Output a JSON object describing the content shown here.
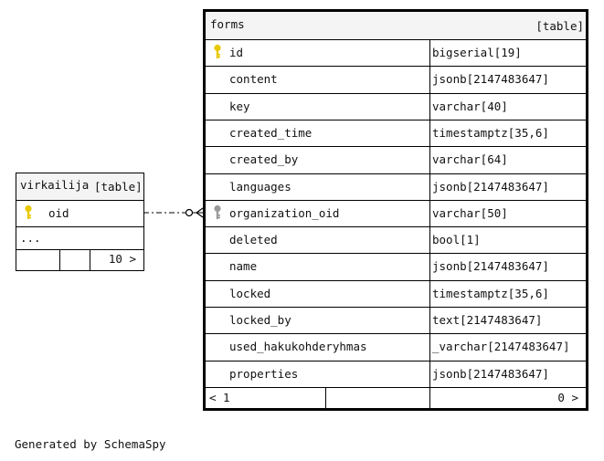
{
  "forms_table": {
    "name": "forms",
    "type_label": "[table]",
    "columns": [
      {
        "name": "id",
        "type": "bigserial[19]",
        "key": "primary"
      },
      {
        "name": "content",
        "type": "jsonb[2147483647]",
        "key": "none"
      },
      {
        "name": "key",
        "type": "varchar[40]",
        "key": "none"
      },
      {
        "name": "created_time",
        "type": "timestamptz[35,6]",
        "key": "none"
      },
      {
        "name": "created_by",
        "type": "varchar[64]",
        "key": "none"
      },
      {
        "name": "languages",
        "type": "jsonb[2147483647]",
        "key": "none"
      },
      {
        "name": "organization_oid",
        "type": "varchar[50]",
        "key": "foreign"
      },
      {
        "name": "deleted",
        "type": "bool[1]",
        "key": "none"
      },
      {
        "name": "name",
        "type": "jsonb[2147483647]",
        "key": "none"
      },
      {
        "name": "locked",
        "type": "timestamptz[35,6]",
        "key": "none"
      },
      {
        "name": "locked_by",
        "type": "text[2147483647]",
        "key": "none"
      },
      {
        "name": "used_hakukohderyhmas",
        "type": "_varchar[2147483647]",
        "key": "none"
      },
      {
        "name": "properties",
        "type": "jsonb[2147483647]",
        "key": "none"
      }
    ],
    "footer_left": "< 1",
    "footer_right": "0 >"
  },
  "virkailija_table": {
    "name": "virkailija",
    "type_label": "[table]",
    "columns": [
      {
        "name": "oid",
        "key": "primary"
      }
    ],
    "ellipsis": "...",
    "footer_right": "10 >"
  },
  "colors": {
    "primary_key": "#e8c800",
    "foreign_key": "#9a9a9a",
    "header_bg": "#f4f4f4"
  },
  "footer_text": "Generated by SchemaSpy"
}
